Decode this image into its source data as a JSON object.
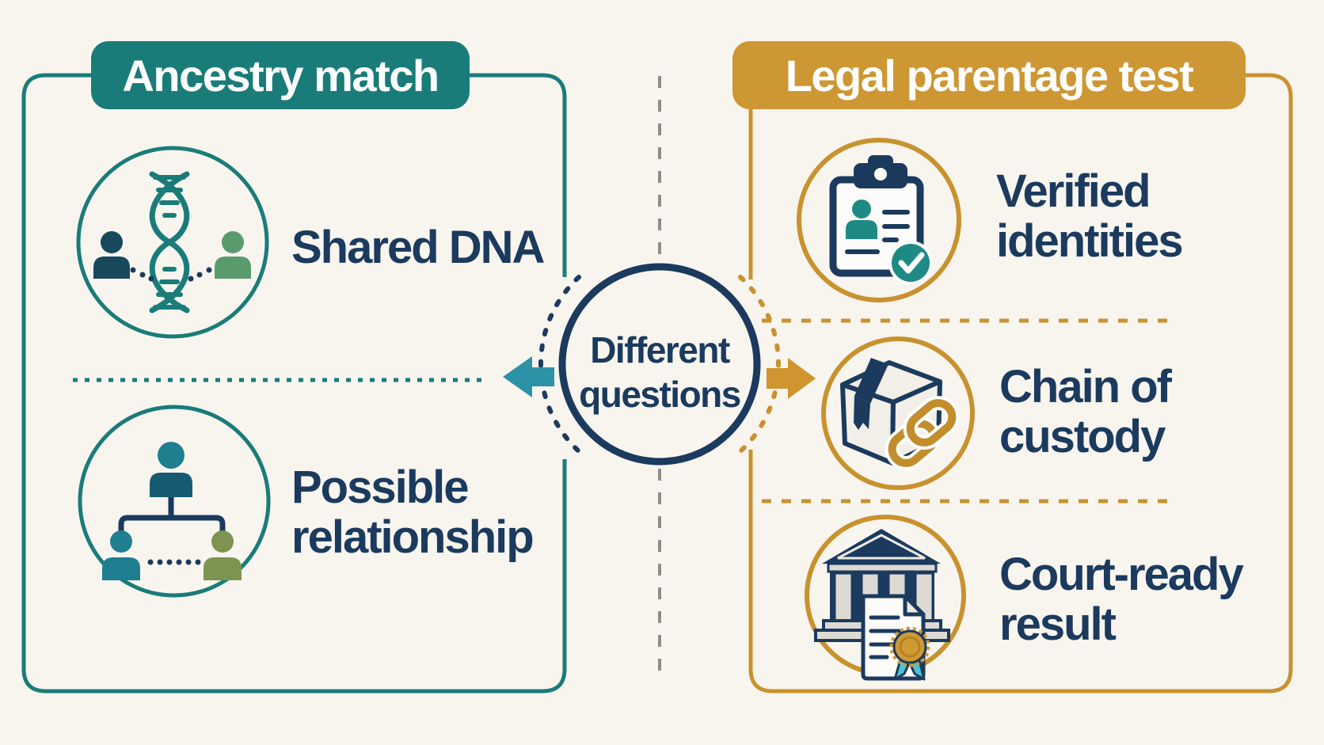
{
  "left_panel": {
    "title": "Ancestry match",
    "items": [
      {
        "id": "shared-dna",
        "icon": "dna-shared-icon",
        "lines": [
          "Shared DNA"
        ]
      },
      {
        "id": "possible-relationship",
        "icon": "family-tree-icon",
        "lines": [
          "Possible",
          "relationship"
        ]
      }
    ]
  },
  "right_panel": {
    "title": "Legal parentage test",
    "items": [
      {
        "id": "verified-identities",
        "icon": "id-clipboard-icon",
        "lines": [
          "Verified",
          "identities"
        ]
      },
      {
        "id": "chain-of-custody",
        "icon": "sealed-box-chain-icon",
        "lines": [
          "Chain of",
          "custody"
        ]
      },
      {
        "id": "court-ready-result",
        "icon": "courthouse-certificate-icon",
        "lines": [
          "Court-ready",
          "result"
        ]
      }
    ]
  },
  "center": {
    "lines": [
      "Different",
      "questions"
    ]
  },
  "colors": {
    "background": "#F8F5EF",
    "navy": "#1B3A5E",
    "teal": "#1A7C79",
    "gold": "#C8922F",
    "gold_fill": "#CD9733",
    "teal_arrow": "#2C92A5",
    "gold_arrow": "#D0952E",
    "teal_dark": "#17485C",
    "teal_mid": "#1F7E90",
    "teal_body": "#175B73",
    "green": "#5A9B6E",
    "olive": "#7C9351",
    "check_teal": "#1D8B84",
    "chain_gold": "#C28D2B",
    "seal_gold": "#D09A33",
    "ribbon_cyan": "#4FC3D4",
    "gray_dash": "#8D8D8D",
    "face": "#F2EFE8",
    "column": "#DDDAD3",
    "doc": "#FDFCFA"
  }
}
